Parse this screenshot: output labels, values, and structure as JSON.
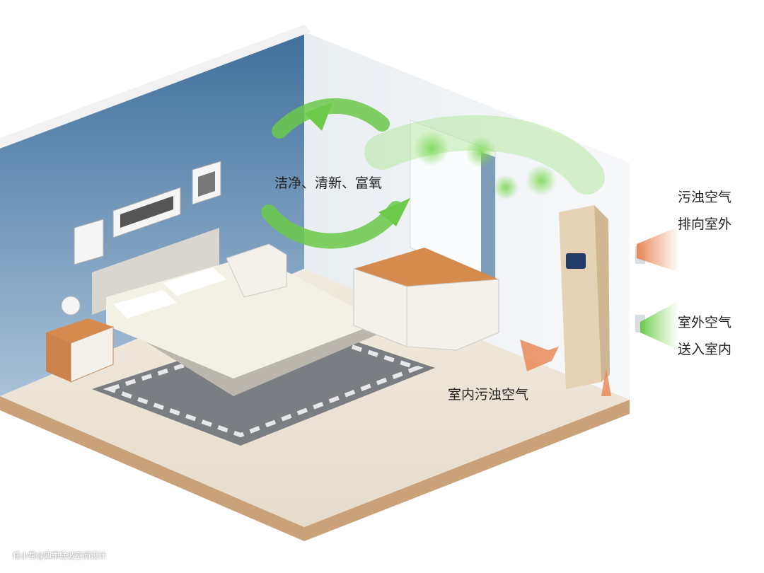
{
  "labels": {
    "clean_air": "洁净、清新、富氧",
    "exhaust_line1": "污浊空气",
    "exhaust_line2": "排向室外",
    "intake_line1": "室外空气",
    "intake_line2": "送入室内",
    "indoor_air": "室内污浊空气"
  },
  "watermark": "任小帮@四季联诚空间设计",
  "colors": {
    "wall_blue": "#4f7fa8",
    "green_arrow": "#6cc94a",
    "orange_arrow": "#e9895a",
    "unit_gold": "#e6d2b4"
  }
}
